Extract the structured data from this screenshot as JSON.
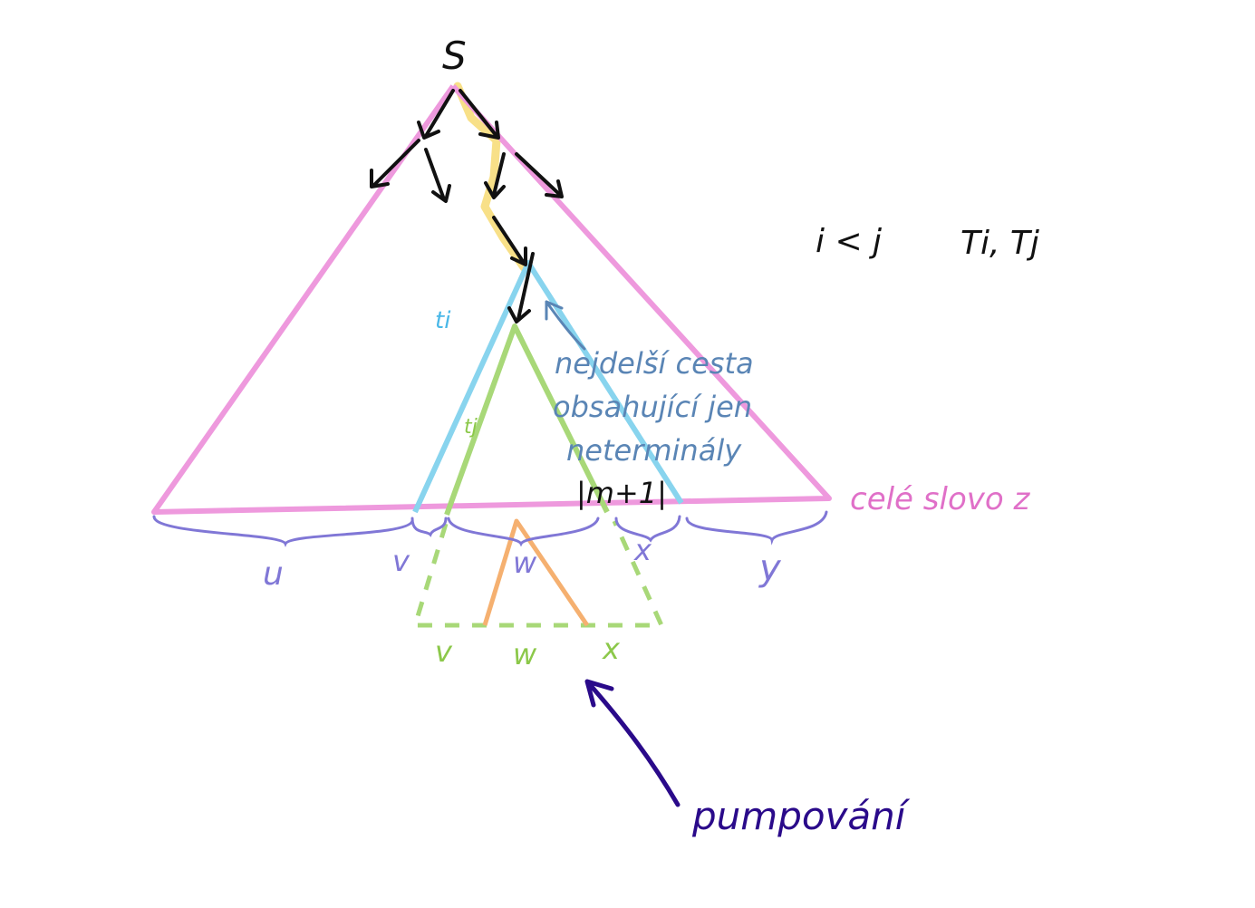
{
  "labels": {
    "root": "S",
    "condition": "i < j",
    "trees": "Ti, Tj",
    "t_i": "ti",
    "t_j": "tj",
    "note_line1": "nejdelší cesta",
    "note_line2": "obsahující jen",
    "note_line3": "neterminály",
    "length": "|m+1|",
    "whole_word": "celé slovo z",
    "u": "u",
    "v": "v",
    "w": "w",
    "x": "x",
    "y": "y",
    "v2": "v",
    "w2": "w",
    "x2": "x",
    "pumping": "pumpování"
  },
  "colors": {
    "big_triangle": "#ee99dd",
    "blue_triangle": "#88d4ee",
    "green_triangle": "#a8d878",
    "orange_triangle": "#f5b070",
    "yellow_path": "#f8e088",
    "note": "#5a85b5",
    "braces": "#8077d6",
    "arrow": "#2a0a8a",
    "ink": "#111111",
    "green_text": "#8cc84a",
    "blue_text": "#4ab8e8",
    "pink_text": "#e070c8"
  }
}
